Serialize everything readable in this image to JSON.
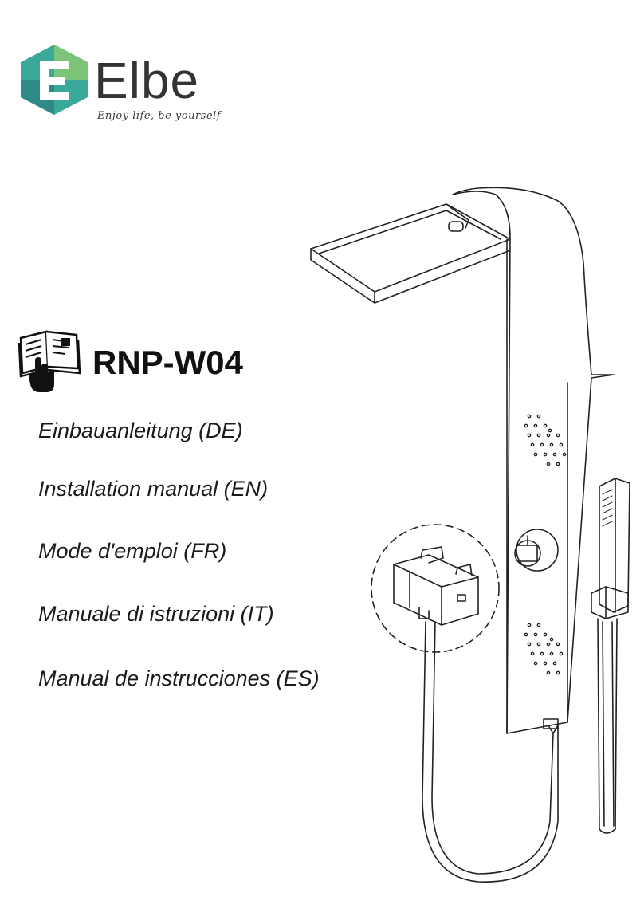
{
  "brand": {
    "name": "Elbe",
    "tagline": "Enjoy life, be yourself",
    "logo_letter": "E",
    "colors": {
      "logo_teal": "#3aa99a",
      "logo_green": "#7cc47a",
      "logo_dark": "#2d8a86",
      "text": "#333333"
    }
  },
  "document": {
    "manual_icon": "manual-book-hand-icon",
    "model": "RNP-W04",
    "languages": [
      "Einbauanleitung (DE)",
      "Installation manual (EN)",
      "Mode d'emploi (FR)",
      "Manuale di istruzioni (IT)",
      "Manual de instrucciones (ES)"
    ]
  },
  "illustration": {
    "subject": "shower-panel-line-drawing",
    "detail": "thermostatic-mixer-detail-icon"
  }
}
